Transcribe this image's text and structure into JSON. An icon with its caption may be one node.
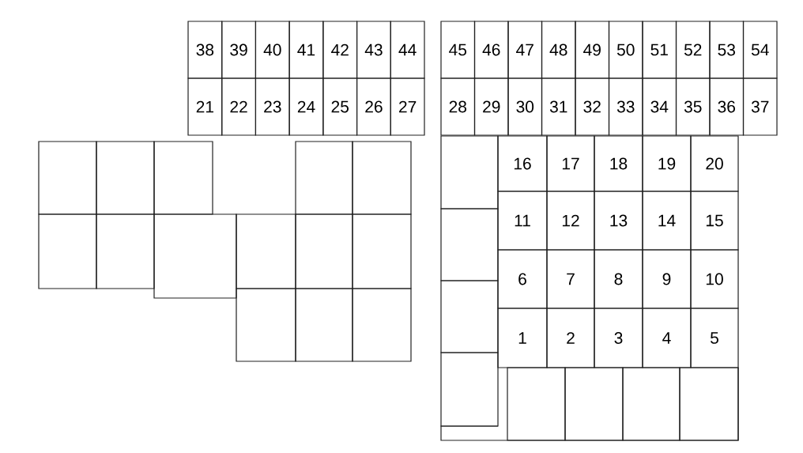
{
  "diagram": {
    "nodes": [
      {
        "text": [
          "38"
        ]
      },
      {
        "text": [
          "39"
        ]
      },
      {
        "text": [
          "40"
        ]
      },
      {
        "text": [
          "41"
        ]
      },
      {
        "text": [
          "42"
        ]
      },
      {
        "text": [
          "43"
        ]
      },
      {
        "text": [
          "44"
        ]
      },
      {
        "text": [
          "45"
        ]
      },
      {
        "text": [
          "46"
        ]
      },
      {
        "text": [
          "47"
        ]
      },
      {
        "text": [
          "48"
        ]
      },
      {
        "text": [
          "49"
        ]
      },
      {
        "text": [
          "50"
        ]
      },
      {
        "text": [
          "51"
        ]
      },
      {
        "text": [
          "52"
        ]
      },
      {
        "text": [
          "53"
        ]
      },
      {
        "text": [
          "54"
        ]
      },
      {
        "text": [
          "21"
        ]
      },
      {
        "text": [
          "22"
        ]
      },
      {
        "text": [
          "23"
        ]
      },
      {
        "text": [
          "24"
        ]
      },
      {
        "text": [
          "25"
        ]
      },
      {
        "text": [
          "26"
        ]
      },
      {
        "text": [
          "27"
        ]
      },
      {
        "text": [
          "28"
        ]
      },
      {
        "text": [
          "29"
        ]
      },
      {
        "text": [
          "30"
        ]
      },
      {
        "text": [
          "31"
        ]
      },
      {
        "text": [
          "32"
        ]
      },
      {
        "text": [
          "33"
        ]
      },
      {
        "text": [
          "34"
        ]
      },
      {
        "text": [
          "35"
        ]
      },
      {
        "text": [
          "36"
        ]
      },
      {
        "text": [
          "37"
        ]
      },
      {
        "text": [],
        "shape": "box"
      },
      {
        "text": [],
        "shape": "box"
      },
      {
        "text": [],
        "shape": "box"
      },
      {
        "text": [],
        "shape": "box"
      },
      {
        "text": [],
        "shape": "box"
      },
      {
        "text": [],
        "shape": "box"
      },
      {
        "text": [
          "16"
        ]
      },
      {
        "text": [
          "17"
        ]
      },
      {
        "text": [
          "18"
        ]
      },
      {
        "text": [
          "19"
        ]
      },
      {
        "text": [
          "20"
        ]
      },
      {
        "text": [],
        "shape": "box"
      },
      {
        "text": [],
        "shape": "box"
      },
      {
        "text": [],
        "shape": "box"
      },
      {
        "text": [],
        "shape": "box"
      },
      {
        "text": [],
        "shape": "box"
      },
      {
        "text": [],
        "shape": "box"
      },
      {
        "text": [],
        "shape": "box"
      },
      {
        "text": [
          "11"
        ]
      },
      {
        "text": [
          "12"
        ]
      },
      {
        "text": [
          "13"
        ]
      },
      {
        "text": [
          "14"
        ]
      },
      {
        "text": [
          "15"
        ]
      },
      {
        "text": [],
        "shape": "box"
      },
      {
        "text": [],
        "shape": "box"
      },
      {
        "text": [],
        "shape": "box"
      },
      {
        "text": [],
        "shape": "box"
      },
      {
        "text": [
          "6"
        ]
      },
      {
        "text": [
          "7"
        ]
      },
      {
        "text": [
          "8"
        ]
      },
      {
        "text": [
          "9"
        ]
      },
      {
        "text": [
          "10"
        ]
      },
      {
        "text": [],
        "shape": "box"
      },
      {
        "text": [
          "1"
        ]
      },
      {
        "text": [
          "2"
        ]
      },
      {
        "text": [
          "3"
        ]
      },
      {
        "text": [
          "4"
        ]
      },
      {
        "text": [
          "5"
        ]
      },
      {
        "text": [],
        "shape": "box"
      },
      {
        "text": [],
        "shape": "box"
      },
      {
        "text": [],
        "shape": "box"
      },
      {
        "text": [],
        "shape": "box"
      }
    ]
  }
}
